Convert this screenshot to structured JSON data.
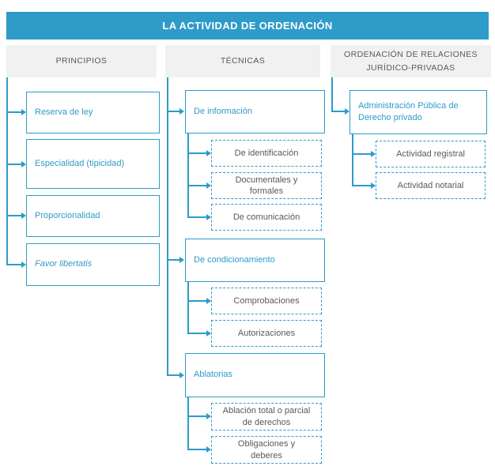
{
  "title": "LA ACTIVIDAD DE ORDENACIÓN",
  "colors": {
    "accent": "#2E9BC9",
    "text_gray": "#595959",
    "header_bg": "#F1F1F1",
    "banner_text": "#FFFFFF"
  },
  "columns": [
    {
      "header": "PRINCIPIOS",
      "items": [
        {
          "label": "Reserva de ley"
        },
        {
          "label": "Especialidad (tipicidad)"
        },
        {
          "label": "Proporcionalidad"
        },
        {
          "label": "Favor libertatis"
        }
      ]
    },
    {
      "header": "TÉCNICAS",
      "items": [
        {
          "label": "De información",
          "children": [
            {
              "label": "De identificación"
            },
            {
              "label": "Documentales y formales"
            },
            {
              "label": "De comunicación"
            }
          ]
        },
        {
          "label": "De condicionamiento",
          "children": [
            {
              "label": "Comprobaciones"
            },
            {
              "label": "Autorizaciones"
            }
          ]
        },
        {
          "label": "Ablatorias",
          "children": [
            {
              "label": "Ablación total o parcial de derechos"
            },
            {
              "label": "Obligaciones y deberes"
            }
          ]
        }
      ]
    },
    {
      "header": "ORDENACIÓN DE RELACIONES JURÍDICO-PRIVADAS",
      "items": [
        {
          "label": "Administración Pública de Derecho privado",
          "children": [
            {
              "label": "Actividad registral"
            },
            {
              "label": "Actividad notarial"
            }
          ]
        }
      ]
    }
  ]
}
